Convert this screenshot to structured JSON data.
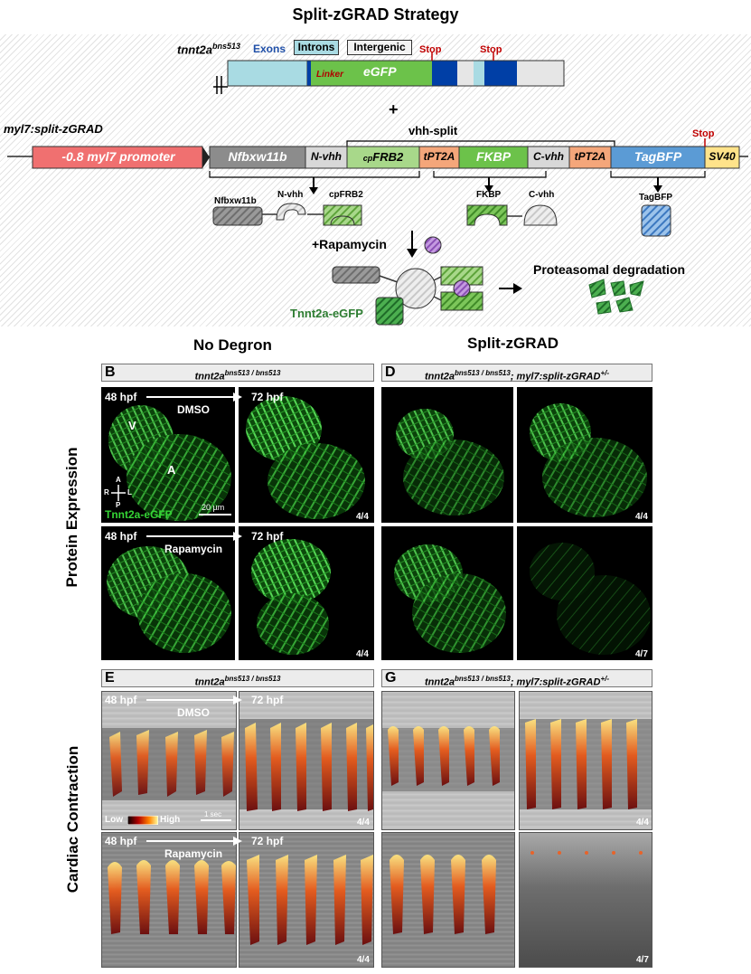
{
  "figure_title": "Split-zGRAD Strategy",
  "construct1": {
    "gene": "tnnt2a",
    "allele_sup": "bns513",
    "legend_exons": "Exons",
    "legend_introns": "Introns",
    "legend_intergenic": "Intergenic",
    "linker": "Linker",
    "egfp": "eGFP",
    "stop1": "Stop",
    "stop2": "Stop",
    "plus": "+"
  },
  "construct2": {
    "name": "myl7:split-zGRAD",
    "vhh_split": "vhh-split",
    "promoter": "-0.8 myl7 promoter",
    "nfbxw11b": "Nfbxw11b",
    "nvhh": "N-vhh",
    "cpfrb2_prefix": "cp",
    "cpfrb2": "FRB2",
    "tpt2a_1": "tPT2A",
    "fkbp": "FKBP",
    "cvhh": "C-vhh",
    "tpt2a_2": "tPT2A",
    "tagbfp": "TagBFP",
    "sv40": "SV40",
    "stop": "Stop"
  },
  "products": {
    "nfbxw11b": "Nfbxw11b",
    "nvhh": "N-vhh",
    "cpfrb2": "cpFRB2",
    "fkbp": "FKBP",
    "cvhh": "C-vhh",
    "tagbfp": "TagBFP",
    "rapamycin": "+Rapamycin",
    "tnnt2a_egfp": "Tnnt2a-eGFP",
    "degradation": "Proteasomal degradation"
  },
  "columns": {
    "left": "No Degron",
    "right": "Split-zGRAD"
  },
  "rows": {
    "protein": "Protein Expression",
    "contraction": "Cardiac Contraction"
  },
  "panels": {
    "B": {
      "letter": "B",
      "genotype": "tnnt2a",
      "sup": "bns513 / bns513",
      "extra": "",
      "extra_sup": ""
    },
    "D": {
      "letter": "D",
      "genotype": "tnnt2a",
      "sup": "bns513 / bns513",
      "extra": "; myl7:split-zGRAD",
      "extra_sup": "+/-"
    },
    "E": {
      "letter": "E",
      "genotype": "tnnt2a",
      "sup": "bns513 / bns513",
      "extra": "",
      "extra_sup": ""
    },
    "G": {
      "letter": "G",
      "genotype": "tnnt2a",
      "sup": "bns513 / bns513",
      "extra": "; myl7:split-zGRAD",
      "extra_sup": "+/-"
    }
  },
  "micro_labels": {
    "t48": "48 hpf",
    "t72": "72 hpf",
    "dmso": "DMSO",
    "rapamycin": "Rapamycin",
    "ventricle": "V",
    "atrium": "A",
    "axis_a": "A",
    "axis_p": "P",
    "axis_r": "R",
    "axis_l": "L",
    "scale": "20 µm",
    "marker": "Tnnt2a-eGFP",
    "low": "Low",
    "high": "High",
    "time_scale": "1 sec"
  },
  "counts": {
    "B_dmso": "4/4",
    "B_rapa": "4/4",
    "D_dmso": "4/4",
    "D_rapa": "4/7",
    "E_dmso": "4/4",
    "E_rapa": "4/4",
    "G_dmso": "4/4",
    "G_rapa": "4/7"
  },
  "colors": {
    "exon": "#003fa6",
    "intron": "#a9dbe3",
    "intergenic": "#e6e6e6",
    "egfp": "#6cc24a",
    "promoter": "#f07070",
    "nfbxw11b": "#8c8c8c",
    "nvhh": "#d8d8d8",
    "cpfrb2": "#a8d88a",
    "tpt2a": "#f4a67a",
    "fkbp": "#6cc24a",
    "tagbfp": "#5b9bd5",
    "sv40": "#ffe38a",
    "stop": "#c00000",
    "rapamycin": "#a56cc1",
    "degraded": "#2e8b3a"
  }
}
